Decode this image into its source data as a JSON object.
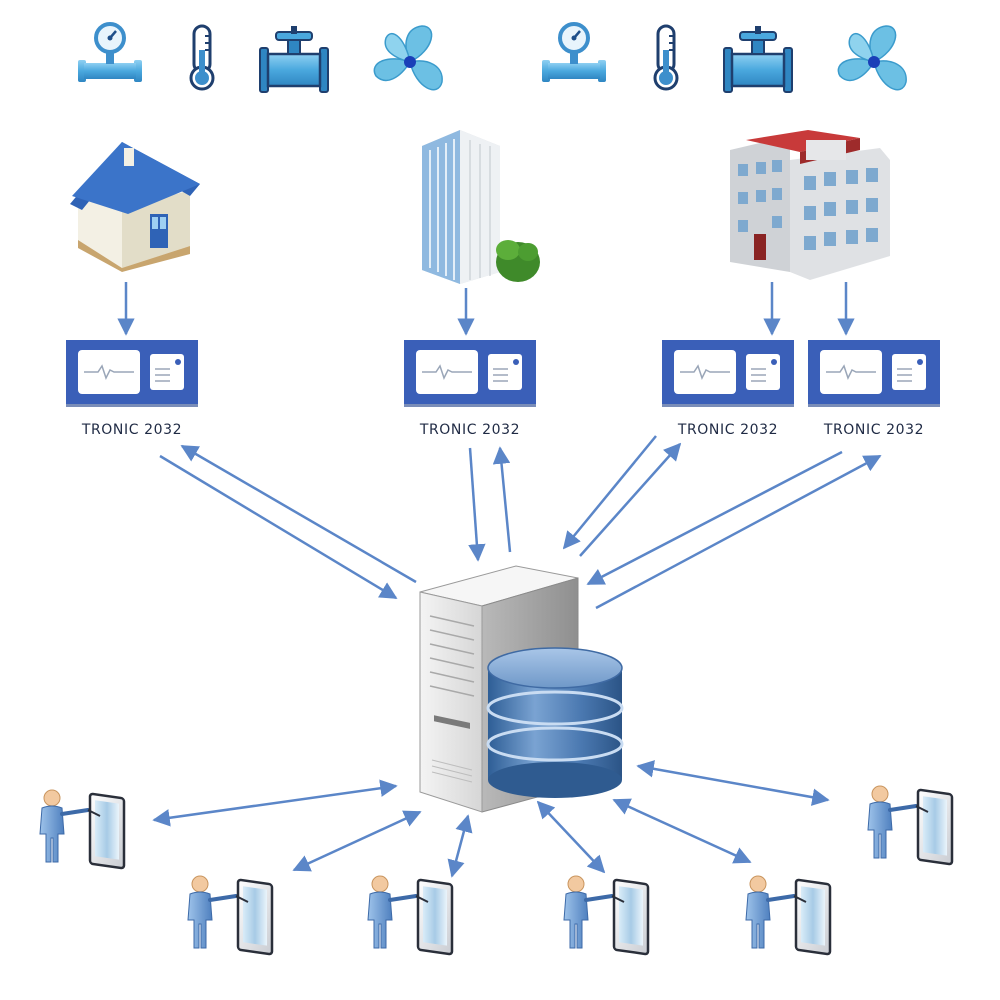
{
  "controllers": [
    {
      "label": "TRONIC 2032"
    },
    {
      "label": "TRONIC 2032"
    },
    {
      "label": "TRONIC 2032"
    },
    {
      "label": "TRONIC 2032"
    }
  ],
  "sensor_icons": [
    "pressure-gauge-icon",
    "thermometer-icon",
    "valve-icon",
    "fan-icon"
  ],
  "buildings": [
    "house-icon",
    "office-tower-icon",
    "apartment-building-icon"
  ],
  "center": [
    "server-tower-icon",
    "database-icon"
  ],
  "clients": [
    "user-touch-panel-icon",
    "user-touch-panel-icon",
    "user-touch-panel-icon",
    "user-touch-panel-icon",
    "user-touch-panel-icon",
    "user-touch-panel-icon",
    "user-touch-panel-icon"
  ],
  "colors": {
    "accent": "#3a5fb8",
    "arrow": "#5b86c8",
    "icon_blue": "#4a9fd8",
    "db_blue": "#4a78b0"
  }
}
